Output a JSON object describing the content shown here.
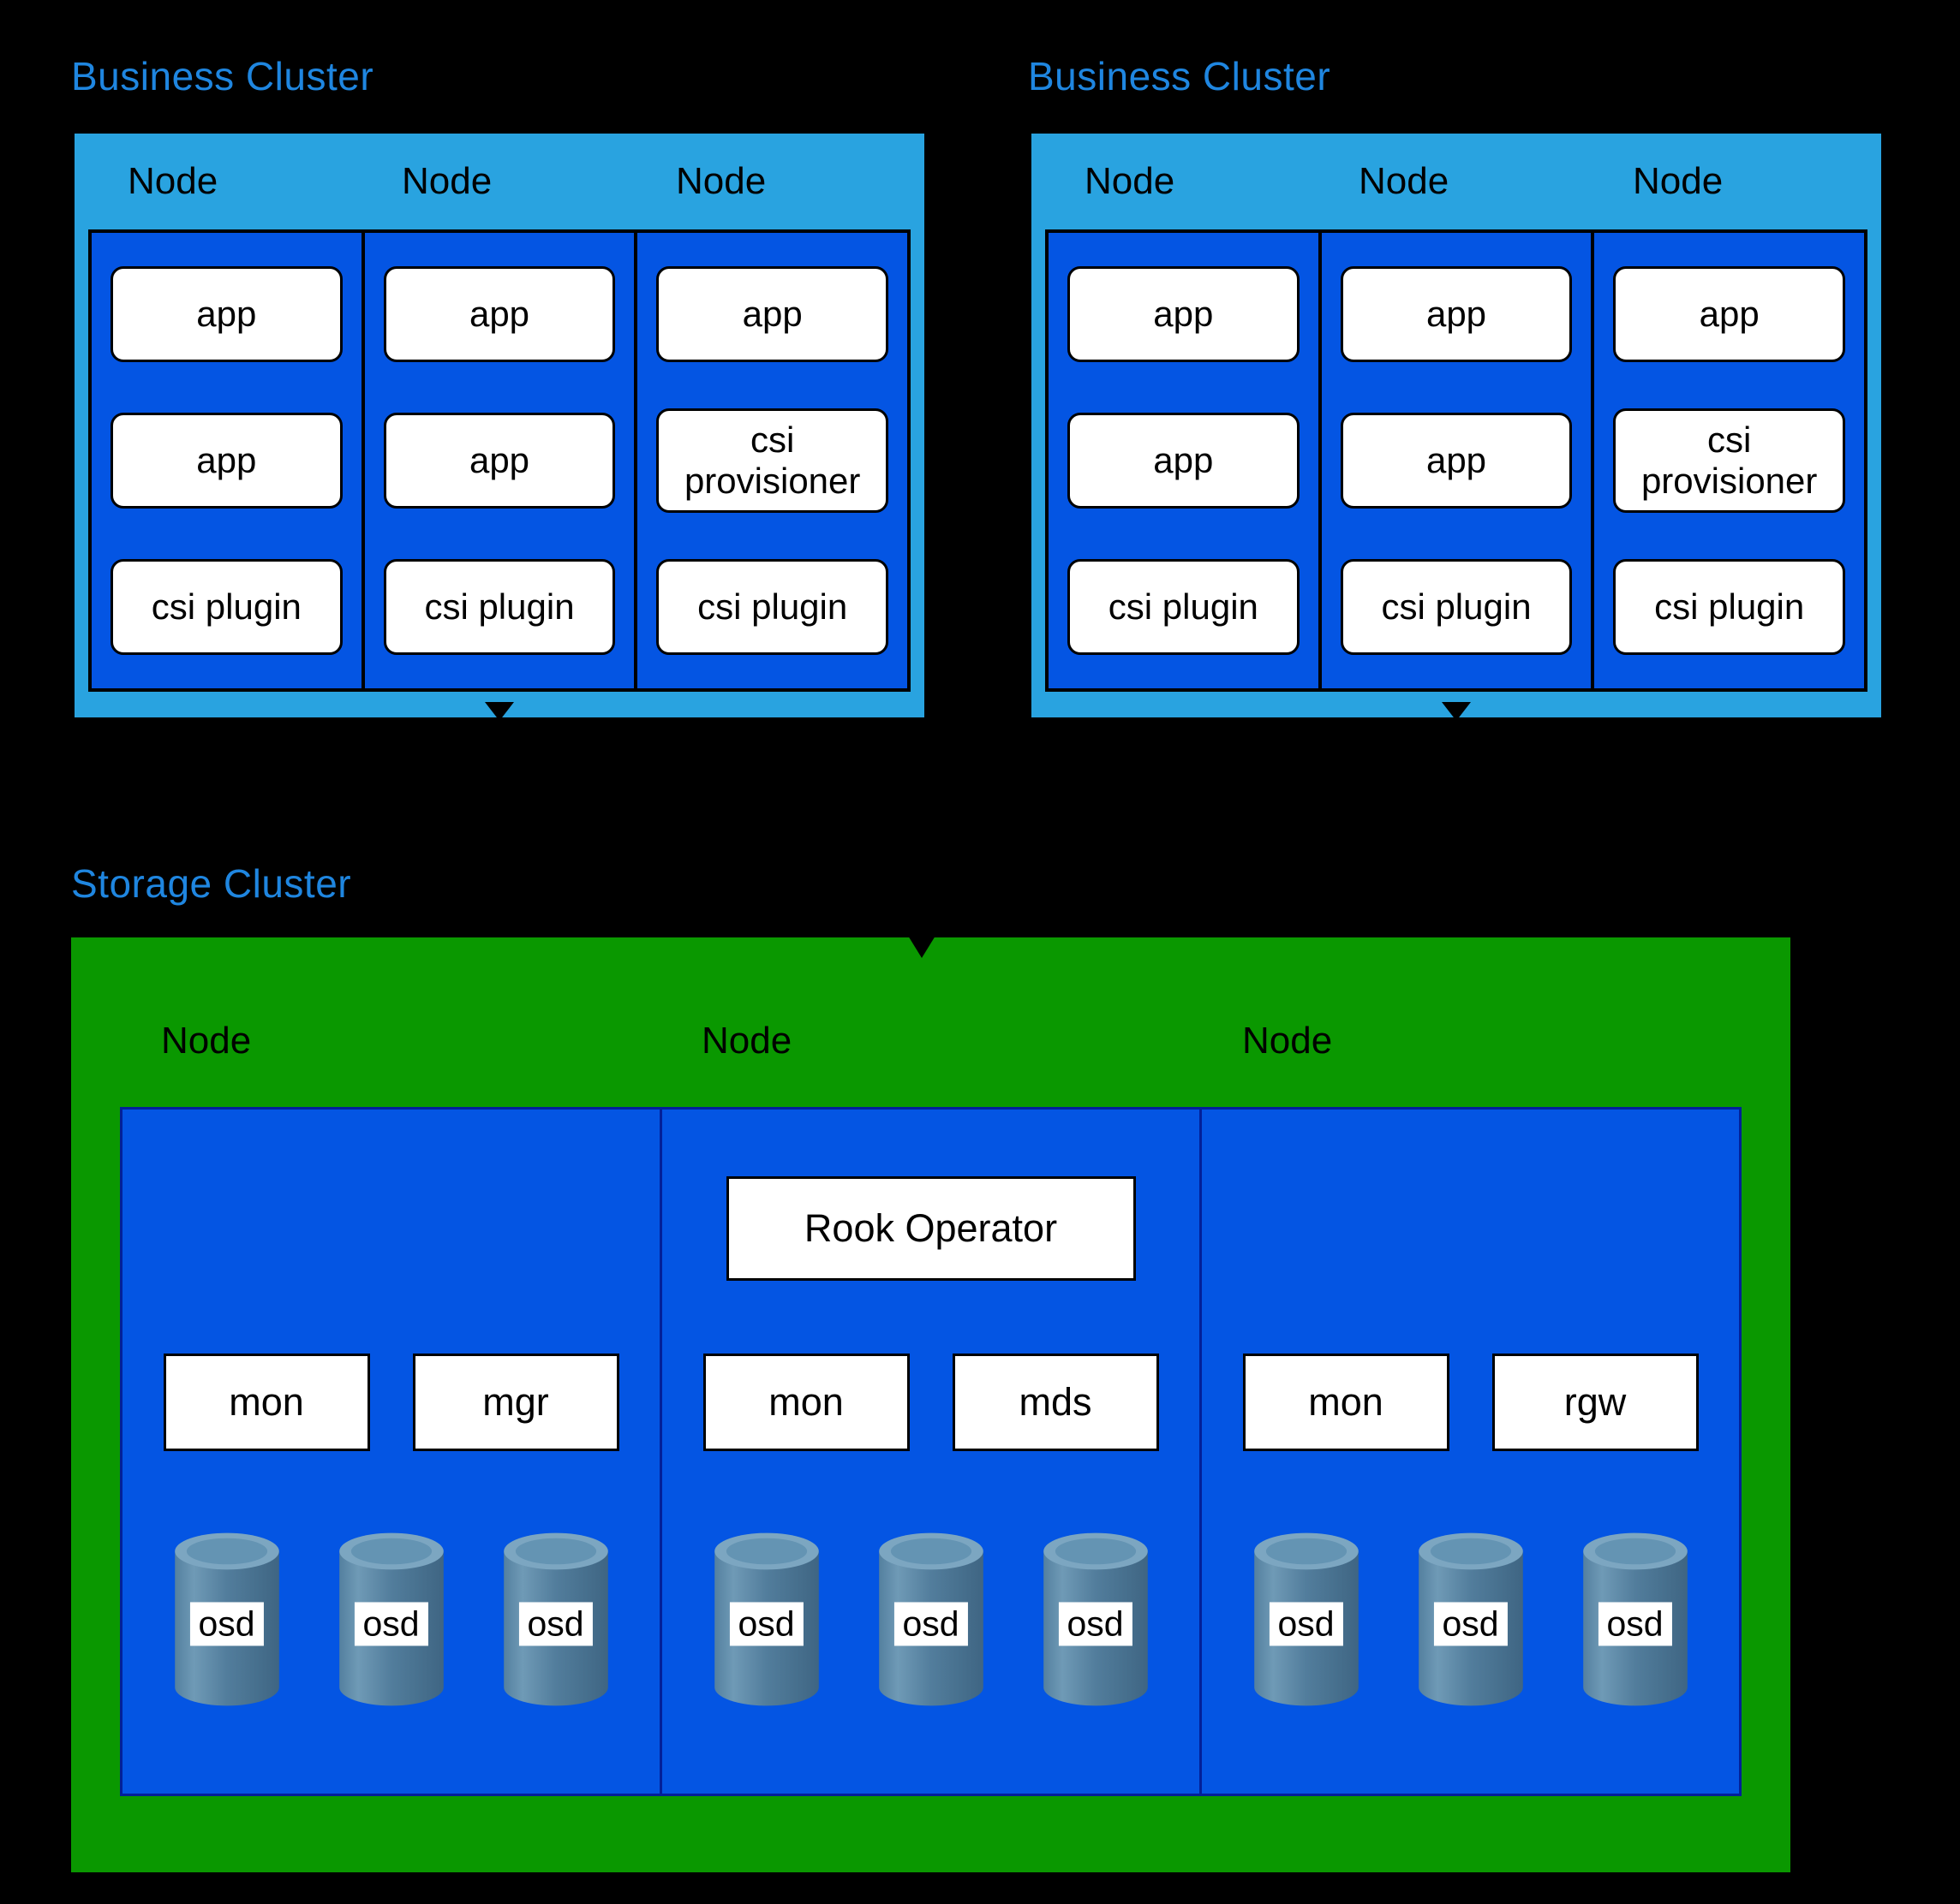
{
  "colors": {
    "background": "#000000",
    "cluster_title_text": "#1f86e0",
    "business_cluster_fill": "#29a3e0",
    "node_fill": "#0455e3",
    "storage_cluster_fill": "#0a9800",
    "pod_fill": "#ffffff",
    "border": "#000000",
    "osd_cylinder_body": "#527d9c",
    "osd_cylinder_top": "#7ca6c1"
  },
  "business_clusters": [
    {
      "label": "Business Cluster",
      "nodes": [
        {
          "label": "Node",
          "pods": [
            "app",
            "app",
            "csi plugin"
          ]
        },
        {
          "label": "Node",
          "pods": [
            "app",
            "app",
            "csi plugin"
          ]
        },
        {
          "label": "Node",
          "pods": [
            "app",
            "csi provisioner",
            "csi plugin"
          ]
        }
      ]
    },
    {
      "label": "Business Cluster",
      "nodes": [
        {
          "label": "Node",
          "pods": [
            "app",
            "app",
            "csi plugin"
          ]
        },
        {
          "label": "Node",
          "pods": [
            "app",
            "app",
            "csi plugin"
          ]
        },
        {
          "label": "Node",
          "pods": [
            "app",
            "csi provisioner",
            "csi plugin"
          ]
        }
      ]
    }
  ],
  "storage_cluster": {
    "label": "Storage Cluster",
    "nodes": [
      {
        "label": "Node",
        "services": [
          "mon",
          "mgr"
        ],
        "osds": [
          "osd",
          "osd",
          "osd"
        ]
      },
      {
        "label": "Node",
        "operator": "Rook Operator",
        "services": [
          "mon",
          "mds"
        ],
        "osds": [
          "osd",
          "osd",
          "osd"
        ]
      },
      {
        "label": "Node",
        "services": [
          "mon",
          "rgw"
        ],
        "osds": [
          "osd",
          "osd",
          "osd"
        ]
      }
    ]
  }
}
